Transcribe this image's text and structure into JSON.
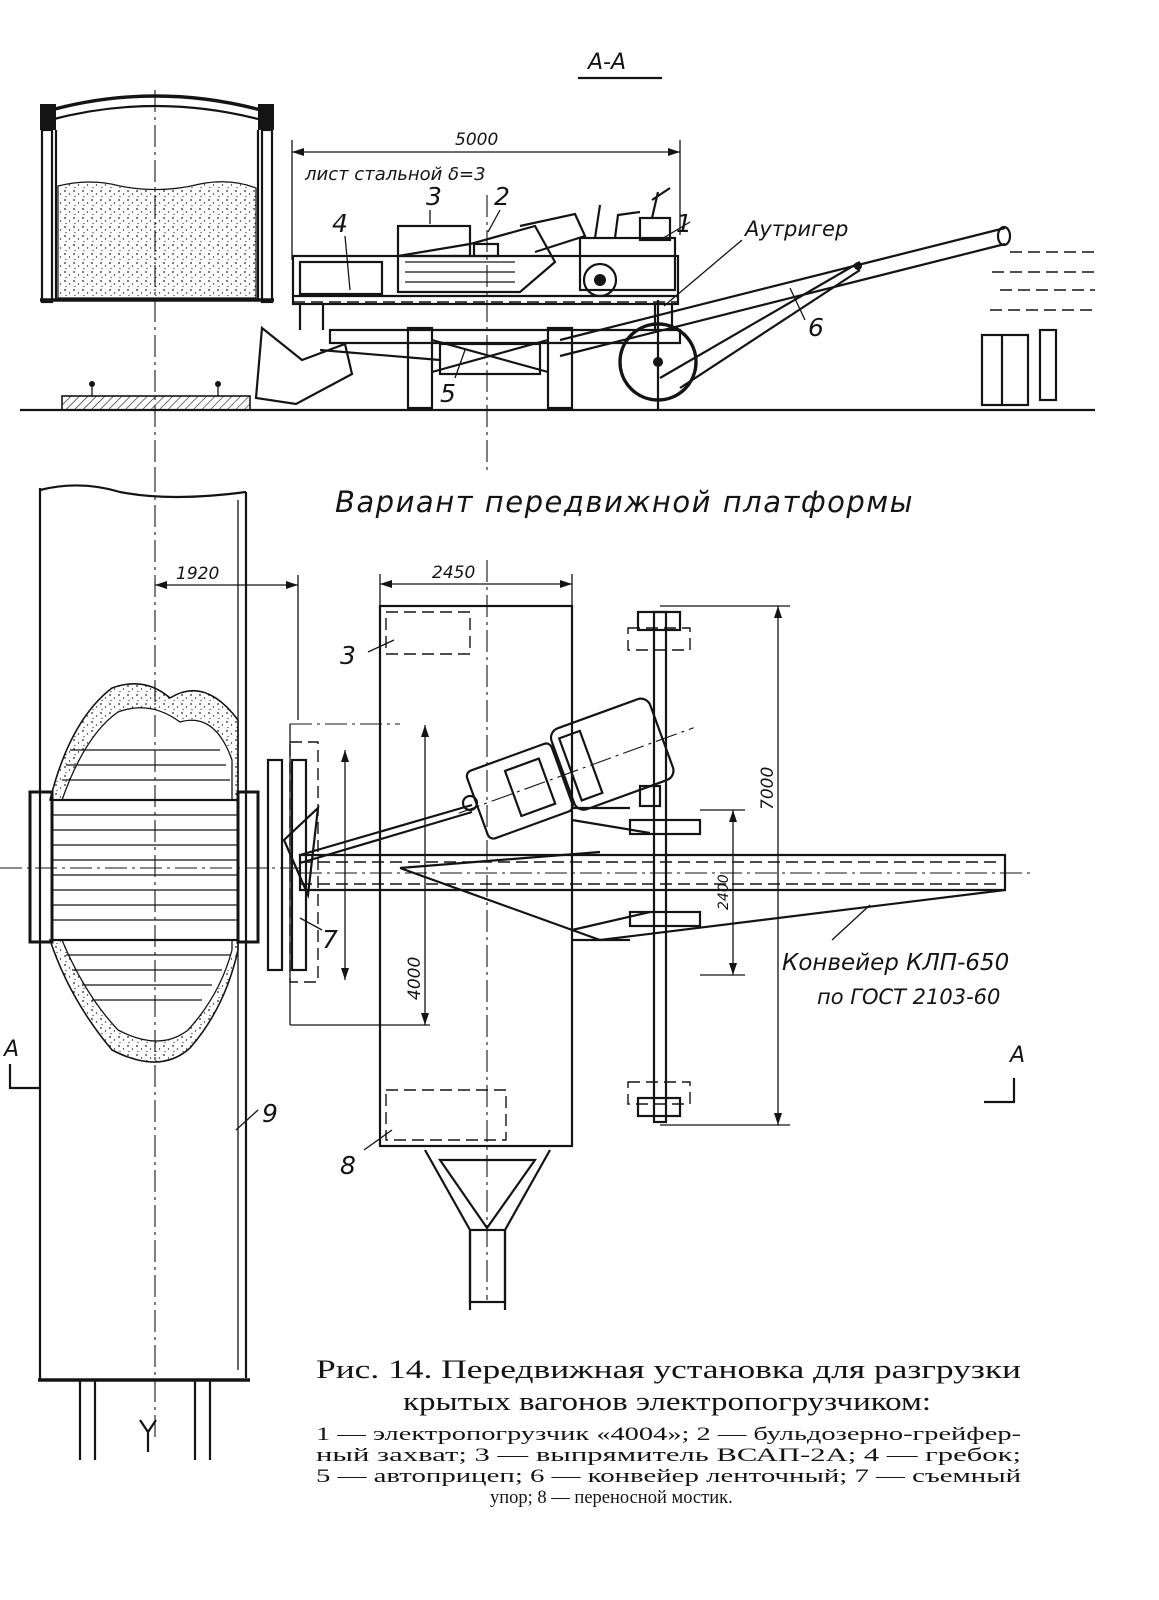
{
  "section_mark": "А-А",
  "side_view": {
    "dim_length": "5000",
    "sheet_note": "лист стальной δ=3",
    "callouts": [
      "1",
      "2",
      "3",
      "4",
      "5",
      "6"
    ],
    "outrigger_label": "Аутригер"
  },
  "variant_title": "Вариант передвижной платформы",
  "plan_view": {
    "dim_offset": "1920",
    "dim_width": "2450",
    "dim_length": "7000",
    "dim_span_left": "4000",
    "dim_span_conveyor": "2400",
    "callouts": [
      "3",
      "7",
      "8",
      "9"
    ],
    "conveyor_label": "Конвейер КЛП-650",
    "conveyor_standard": "по ГОСТ 2103-60",
    "section_mark_left": "А",
    "section_mark_right": "А"
  },
  "caption": {
    "title_line1": "Рис. 14. Передвижная установка для разгрузки",
    "title_line2": "крытых вагонов электропогрузчиком:",
    "legend_lines": [
      "1 — электропогрузчик «4004»; 2 — бульдозерно-грейфер-",
      "ный захват; 3 — выпрямитель ВСАП-2А; 4 — гребок;",
      "5 — автоприцеп; 6 — конвейер ленточный; 7 — съемный",
      "упор; 8 — переносной мостик."
    ]
  }
}
